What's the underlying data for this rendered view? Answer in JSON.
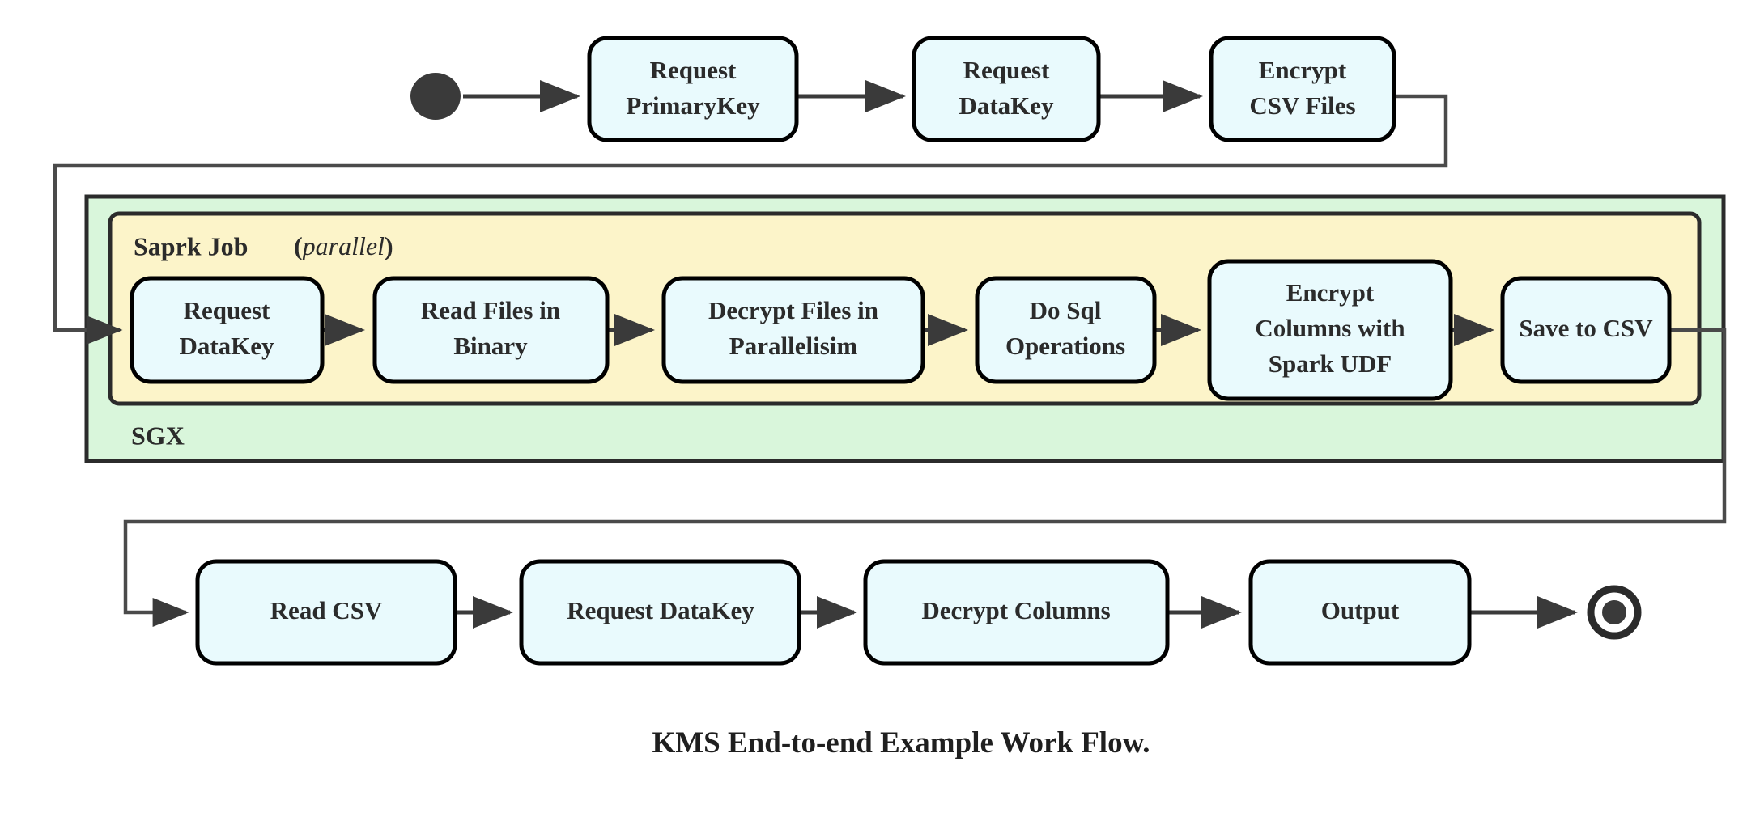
{
  "diagram": {
    "caption": "KMS End-to-end Example Work Flow.",
    "colors": {
      "node_fill": "#E9FAFD",
      "node_stroke": "#000000",
      "sgx_fill": "#D9F6DB",
      "spark_fill": "#FCF4C9",
      "connector": "#3a3a3a",
      "text": "#2b2b2b"
    },
    "start_node": {
      "name": "start"
    },
    "end_node": {
      "name": "end"
    },
    "containers": {
      "outer": {
        "label": "SGX"
      },
      "inner": {
        "label": "Saprk Job",
        "annotation": "(parallel)",
        "annotation_open": "(",
        "annotation_word": "parallel",
        "annotation_close": ")"
      }
    },
    "rows": {
      "top": [
        {
          "id": "request-primarykey",
          "line1": "Request",
          "line2": "PrimaryKey"
        },
        {
          "id": "request-datakey-top",
          "line1": "Request",
          "line2": "DataKey"
        },
        {
          "id": "encrypt-csv-files",
          "line1": "Encrypt",
          "line2": "CSV Files"
        }
      ],
      "spark": [
        {
          "id": "request-datakey-spark",
          "line1": "Request",
          "line2": "DataKey"
        },
        {
          "id": "read-files-binary",
          "line1": "Read Files in",
          "line2": "Binary"
        },
        {
          "id": "decrypt-files-parallelisim",
          "line1": "Decrypt Files in",
          "line2": "Parallelisim"
        },
        {
          "id": "do-sql-operations",
          "line1": "Do Sql",
          "line2": "Operations"
        },
        {
          "id": "encrypt-columns-spark-udf",
          "line1": "Encrypt",
          "line2": "Columns with",
          "line3": "Spark UDF"
        },
        {
          "id": "save-to-csv",
          "line1": "Save to CSV"
        }
      ],
      "bottom": [
        {
          "id": "read-csv",
          "line1": "Read CSV"
        },
        {
          "id": "request-datakey-bottom",
          "line1": "Request DataKey"
        },
        {
          "id": "decrypt-columns",
          "line1": "Decrypt Columns"
        },
        {
          "id": "output",
          "line1": "Output"
        }
      ]
    }
  }
}
